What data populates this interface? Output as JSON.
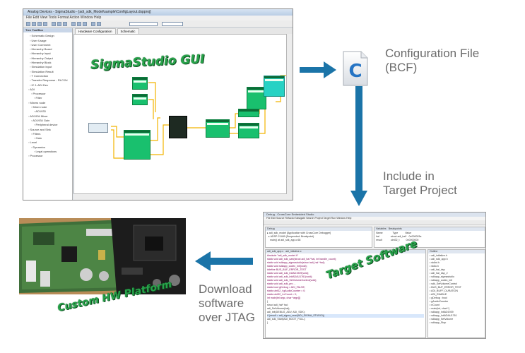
{
  "labels": {
    "sigmastudio_gui": "SigmaStudio GUI",
    "config_file": "Configuration File\n(BCF)",
    "include_in_target": "Include in\nTarget Project",
    "target_software": "Target Software",
    "download": "Download\nsoftware\nover JTAG",
    "custom_hw": "Custom HW Platform"
  },
  "colors": {
    "arrow": "#1b74a8",
    "green_title": "#27a34a",
    "label_gray": "#6b6b6b"
  },
  "icons": {
    "config_file": "c-source-file-icon"
  },
  "sigmastudio_window": {
    "title": "Analog Devices - SigmaStudio - [adi_sdk_Model\\sample\\ConfigLayout.dspproj]",
    "menu": "File  Edit  View  Tools  Format  Action  Window  Help",
    "tabs": [
      "Hardware Configuration",
      "Schematic"
    ],
    "tree_header": "Tree ToolBox",
    "tree_items": [
      "Schematic Design",
      "User Usage",
      "User Comment",
      "Hierarchy Board",
      "Hierarchy Input",
      "Hierarchy Output",
      "Hierarchy Block",
      "Simulation Input",
      "Simulation Result",
      "T Connection",
      "Transfer Response - RLC/2d",
      "IC 1-ADI Dev",
      "ADI",
      "Processor",
      "Filter",
      "Mixers node",
      "Mixer node",
      "AD1933",
      "AD1934 Mixer",
      "AD1934 Gain",
      "Peripheral device",
      "Source and Sink",
      "Filters",
      "Gain",
      "Level",
      "Dynamics",
      "Legal operations",
      "Processor"
    ]
  },
  "ide_window": {
    "title": "Debug - CrossCore Embedded Studio",
    "menu": "File  Edit  Source  Refactor  Navigate  Search  Project  Target  Run  Window  Help",
    "code_lines": [
      "#include \"adi_sdk_model.h\"",
      "static void adi_sdk_uart(struct adi_hal *hal, int handle_count);",
      "static void sdkapp_sigmastudio(struct adi_hal *hal);",
      "static void sdkapp_codec_init(void);",
      "#define BUS_BUF_ERROR_TEST",
      "static void adi_sdk_InitAD1939(void);",
      "static void adi_sdk_InitADAU1761(void);",
      "static void adi_sdk_SetVolumeControl(void);",
      "static void adi_sdk_pro ... ",
      "static bool   gDebug = ADI_FALSE;",
      "static uint32_t gAudioCounter = 0;",
      "static uint32_t nCount = 0;",
      "int main(int argc, char *argv[])",
      "{",
      "    struct adi_hal* hal;",
      "    adi_SetVolume(hal);",
      "    adi_init(DEBUG_ADV, ADI_SDK);",
      "    if (result = adi_sigma_read(ADI_SIGMA_STUDIO))",
      "        adi_sdk_Start(ADI_BOOT_FULL);",
      "}"
    ],
    "outline_items": [
      "adi_initialize.h",
      "adi_sdk_app.h",
      "stdint.h",
      "stdio.h",
      "adi_hal_dsp",
      "adi_hal_dsp_2",
      "sdkapp_sigmastudio",
      "sdkapp_codec_init",
      "sdk_SetVolumeControl",
      "BUS_BUF_ERROR_TEST",
      "ADI_BUFF_DURATION",
      "ADI_ENABLE",
      "gDebug : bool",
      "gAudioCounter",
      "nCount",
      "main(int, char**)",
      "sdkapp_InitAD1939",
      "sdkapp_InitADAU1761",
      "sdkapp_SetVolume",
      "sdkapp_Stop"
    ]
  }
}
